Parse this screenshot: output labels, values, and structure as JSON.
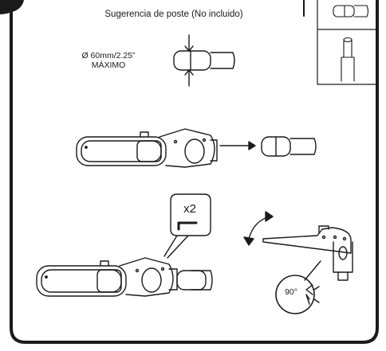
{
  "header": {
    "pole_suggestion": "Sugerencia de poste (No incluido)"
  },
  "pole_spec": {
    "diameter_line1": "Ø 60mm/2.25”",
    "diameter_line2": "MÁXIMO"
  },
  "tool": {
    "quantity": "x2",
    "icon": "hex-key-icon"
  },
  "tilt": {
    "angle": "90°",
    "icon": "rotate-arrow-icon"
  },
  "colors": {
    "line": "#1a1a1a",
    "background": "#ffffff",
    "light_fill": "#e6e6e6"
  }
}
